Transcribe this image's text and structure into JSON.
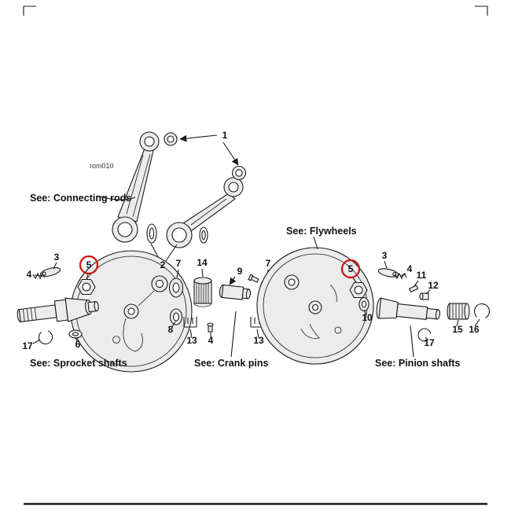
{
  "diagram": {
    "watermark": "rom010",
    "section_labels": {
      "connecting_rods": "See: Connecting rods",
      "flywheels": "See: Flywheels",
      "sprocket_shafts": "See: Sprocket shafts",
      "crank_pins": "See: Crank pins",
      "pinion_shafts": "See: Pinion shafts"
    },
    "callouts": {
      "c1": "1",
      "c2": "2",
      "c3_left": "3",
      "c4_left": "4",
      "c5_left": "5",
      "c6": "6",
      "c7_left": "7",
      "c8": "8",
      "c9": "9",
      "c10": "10",
      "c11": "11",
      "c12": "12",
      "c13_left": "13",
      "c13_right": "13",
      "c14": "14",
      "c15": "15",
      "c16": "16",
      "c17_left": "17",
      "c17_right": "17",
      "c3_right": "3",
      "c4_right": "4",
      "c4_center": "4",
      "c5_right": "5",
      "c7_right": "7"
    },
    "colors": {
      "line": "#1a1a1a",
      "highlight_circle": "#cc1111",
      "metal_fill": "#ececec",
      "background": "#ffffff"
    }
  }
}
